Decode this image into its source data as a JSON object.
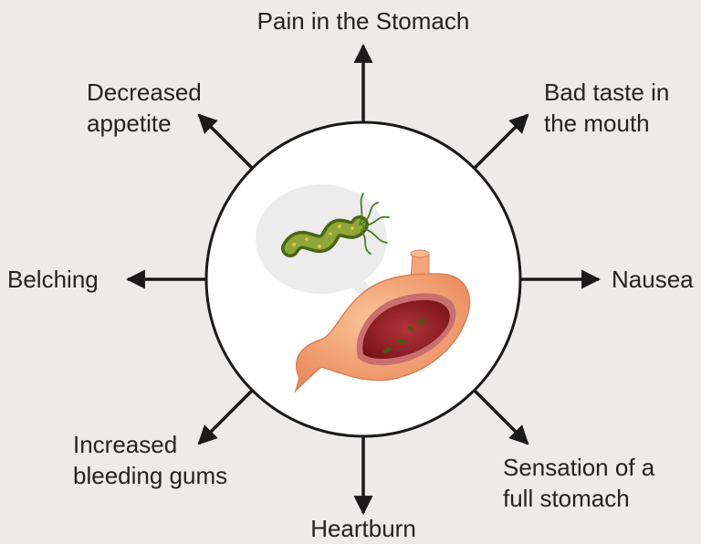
{
  "labels": {
    "top": "Pain in the Stomach",
    "top_left": [
      "Decreased",
      "appetite"
    ],
    "top_right": [
      "Bad taste in",
      "the mouth"
    ],
    "left": "Belching",
    "right": "Nausea",
    "bottom_left": [
      "Increased",
      "bleeding gums"
    ],
    "bottom_right": [
      "Sensation of a",
      "full stomach"
    ],
    "bottom": "Heartburn"
  },
  "colors": {
    "background": "#efeaea",
    "arrow": "#1a1a1a",
    "stomach": "#f2a06e",
    "stomach_inner": "#a0262c",
    "bacterium": "#5a7a1c"
  }
}
